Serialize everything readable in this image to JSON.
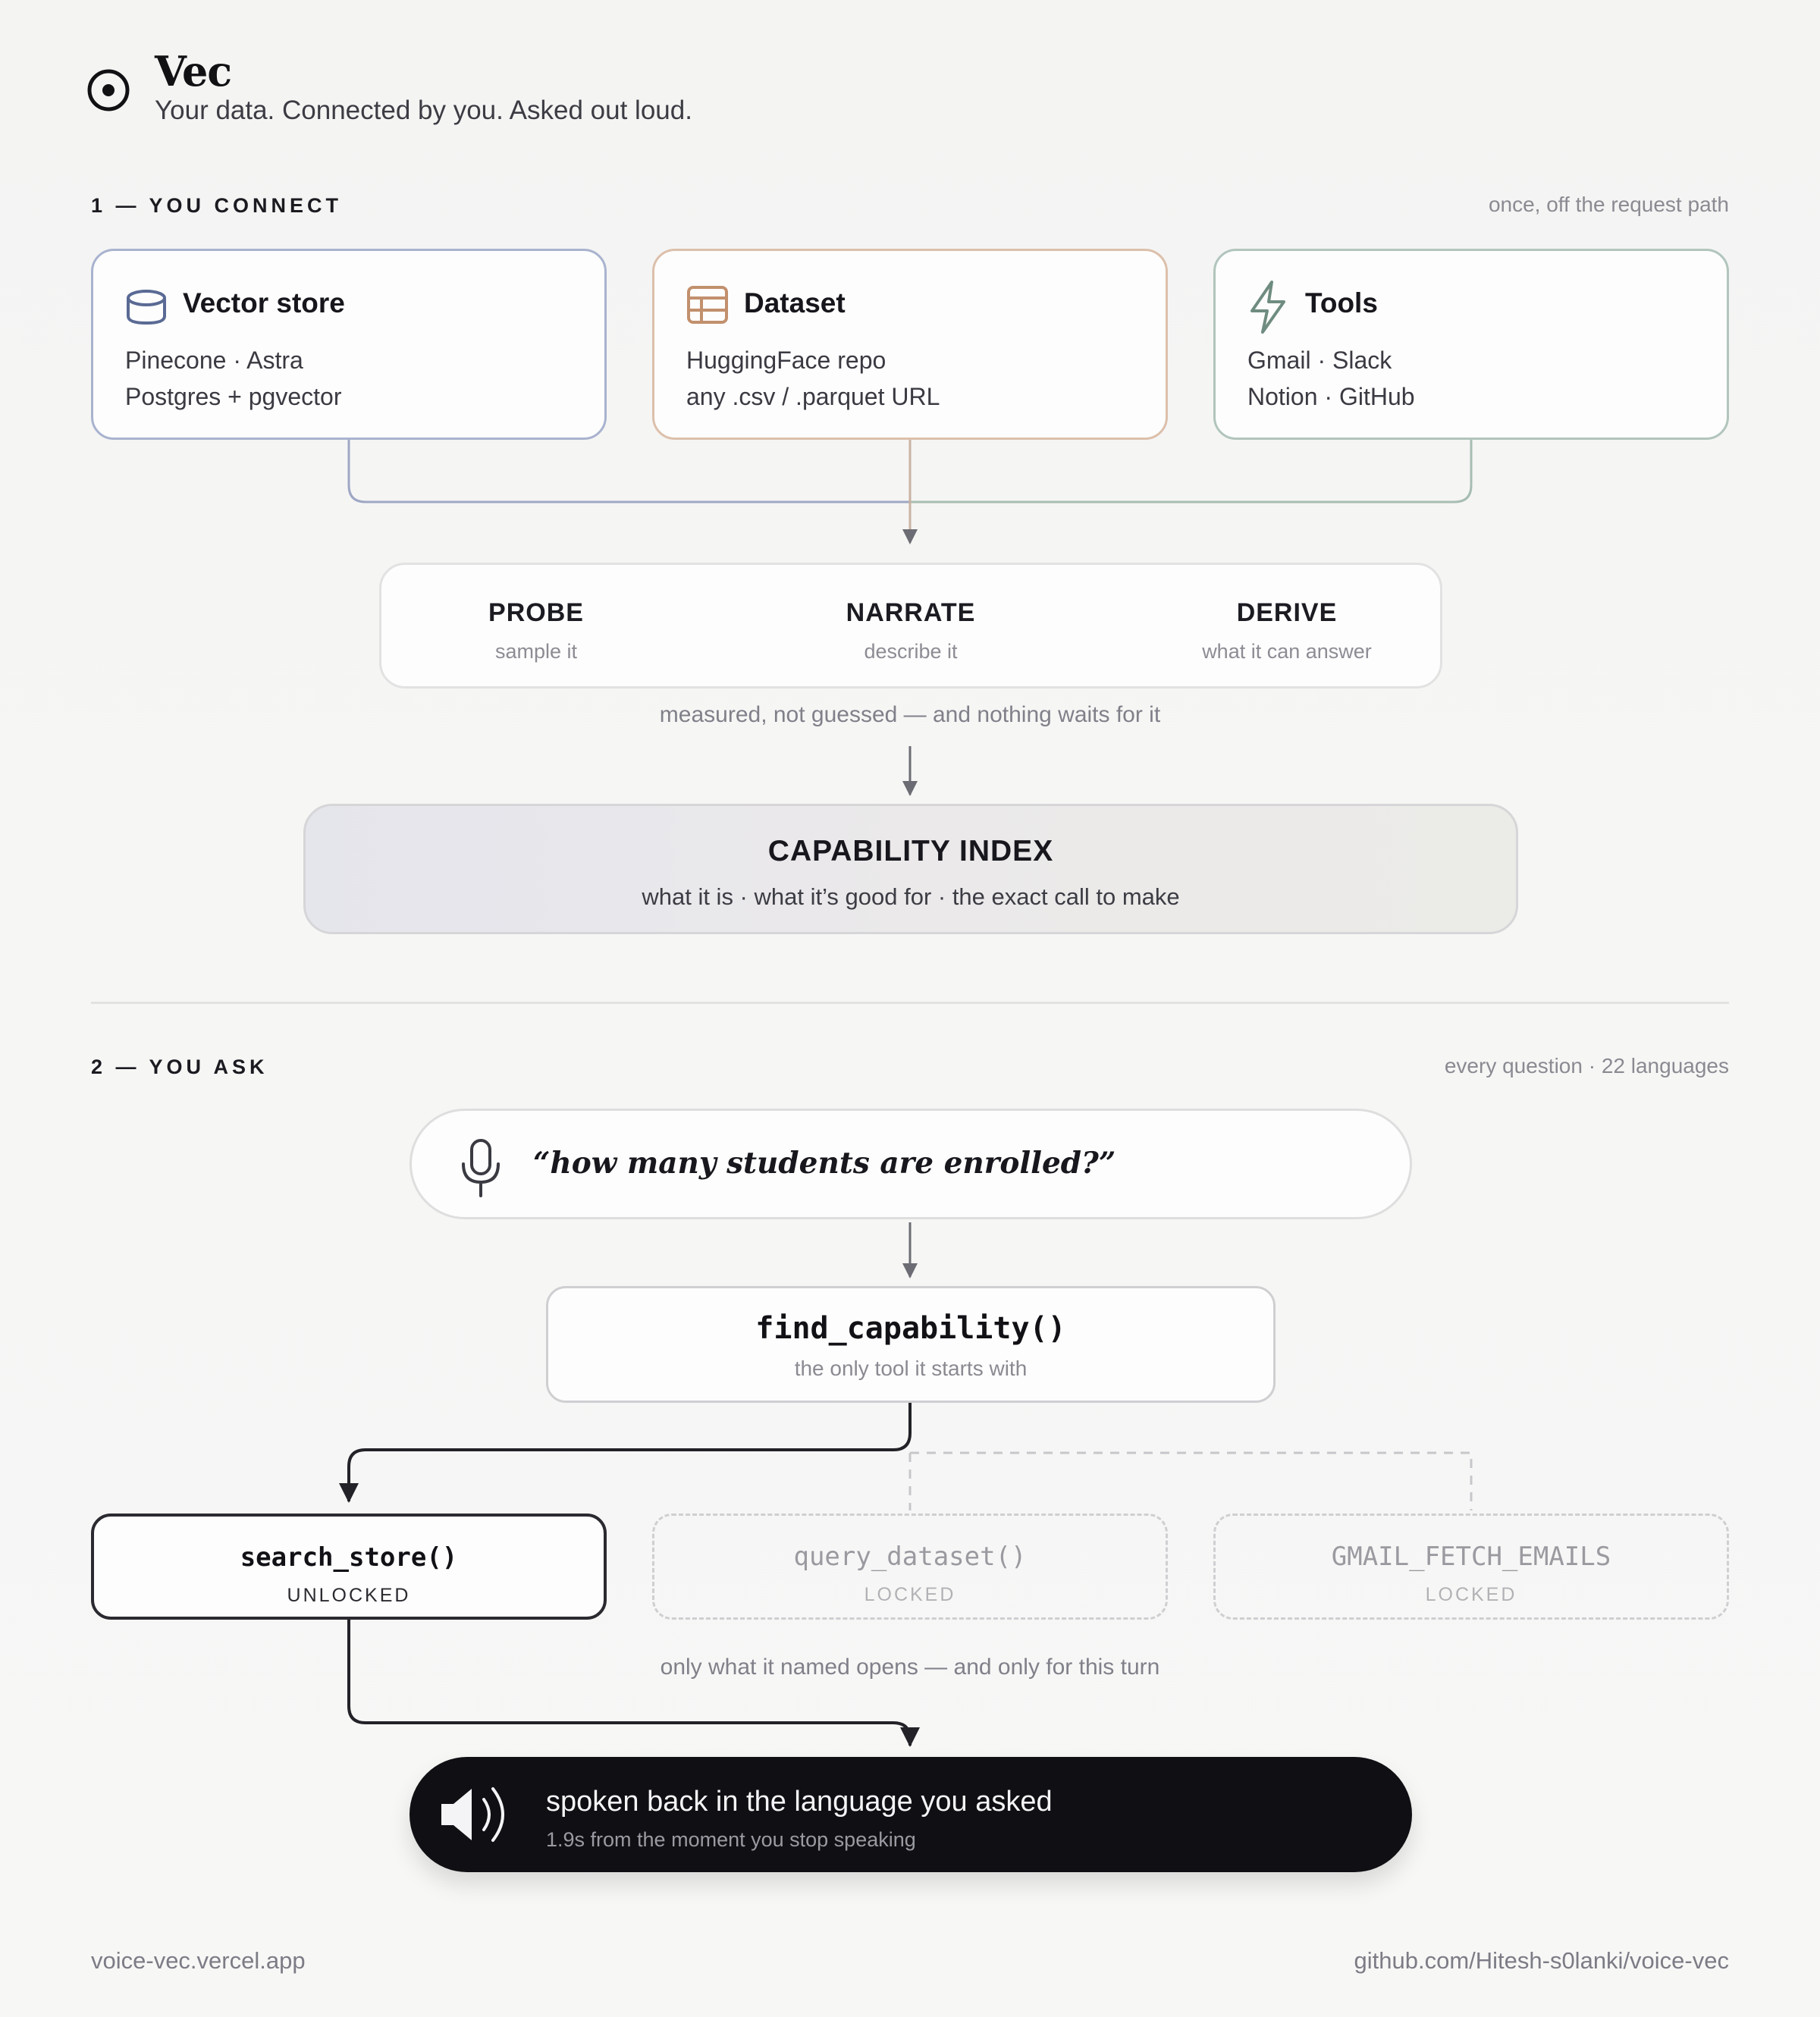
{
  "header": {
    "brand": "Vec",
    "tagline": "Your data. Connected by you. Asked out loud."
  },
  "section1": {
    "label": "1 — YOU CONNECT",
    "note": "once, off the request path"
  },
  "sources": [
    {
      "title": "Vector store",
      "line1": "Pinecone · Astra",
      "line2": "Postgres + pgvector",
      "icon": "database-icon",
      "color": "#5a6a94"
    },
    {
      "title": "Dataset",
      "line1": "HuggingFace repo",
      "line2": "any .csv / .parquet URL",
      "icon": "table-icon",
      "color": "#c2906d"
    },
    {
      "title": "Tools",
      "line1": "Gmail · Slack",
      "line2": "Notion · GitHub",
      "icon": "lightning-icon",
      "color": "#6f8c80"
    }
  ],
  "pipeline": {
    "stages": [
      {
        "title": "PROBE",
        "sub": "sample it"
      },
      {
        "title": "NARRATE",
        "sub": "describe it"
      },
      {
        "title": "DERIVE",
        "sub": "what it can answer"
      }
    ],
    "caption": "measured, not guessed — and nothing waits for it"
  },
  "capability_index": {
    "title": "CAPABILITY INDEX",
    "sub": "what it is · what it’s good for · the exact call to make"
  },
  "section2": {
    "label": "2 — YOU ASK",
    "note": "every question · 22 languages"
  },
  "question": {
    "text": "“how many students are enrolled?”",
    "icon": "microphone-icon"
  },
  "find_capability": {
    "title": "find_capability()",
    "sub": "the only tool it starts with"
  },
  "tools": [
    {
      "name": "search_store()",
      "status": "UNLOCKED"
    },
    {
      "name": "query_dataset()",
      "status": "LOCKED"
    },
    {
      "name": "GMAIL_FETCH_EMAILS",
      "status": "LOCKED"
    }
  ],
  "tools_caption": "only what it named opens — and only for this turn",
  "answer": {
    "main": "spoken back in the language you asked",
    "sub": "1.9s from the moment you stop speaking",
    "icon": "speaker-icon"
  },
  "footer": {
    "left": "voice-vec.vercel.app",
    "right": "github.com/Hitesh-s0lanki/voice-vec"
  },
  "colors": {
    "vector_border": "#a9b3cf",
    "dataset_border": "#dcc0ab",
    "tools_border": "#b1c5bc",
    "answer_bg": "#101014"
  }
}
